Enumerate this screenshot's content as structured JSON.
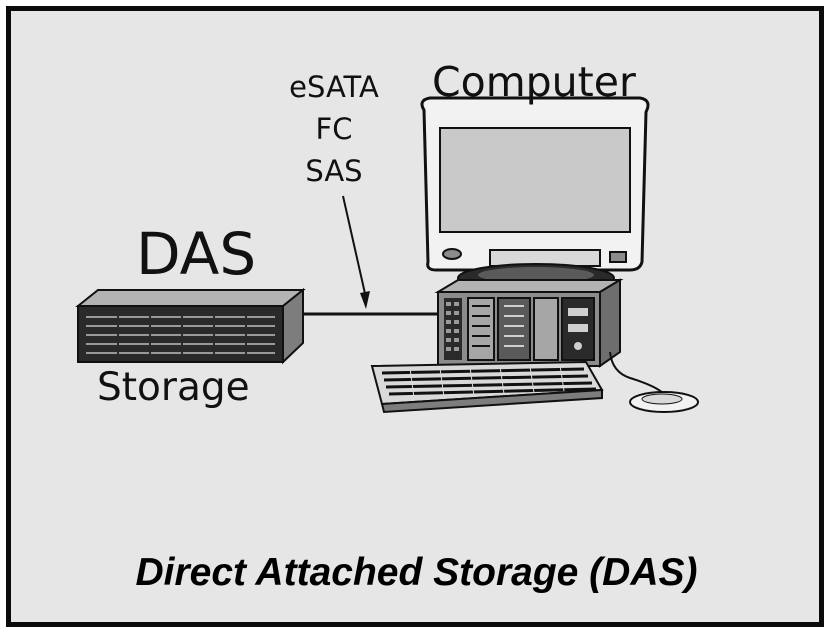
{
  "diagram": {
    "protocols": [
      "eSATA",
      "FC",
      "SAS"
    ],
    "computer_label": "Computer",
    "das_label": "DAS",
    "storage_label": "Storage",
    "caption": "Direct Attached Storage (DAS)"
  },
  "colors": {
    "background": "#e6e6e6",
    "border": "#0b0b0b",
    "ink": "#111111",
    "device_gray": "#8c8c8c",
    "screen_gray": "#c9c9c9",
    "storage_face": "#2a2a2a"
  }
}
